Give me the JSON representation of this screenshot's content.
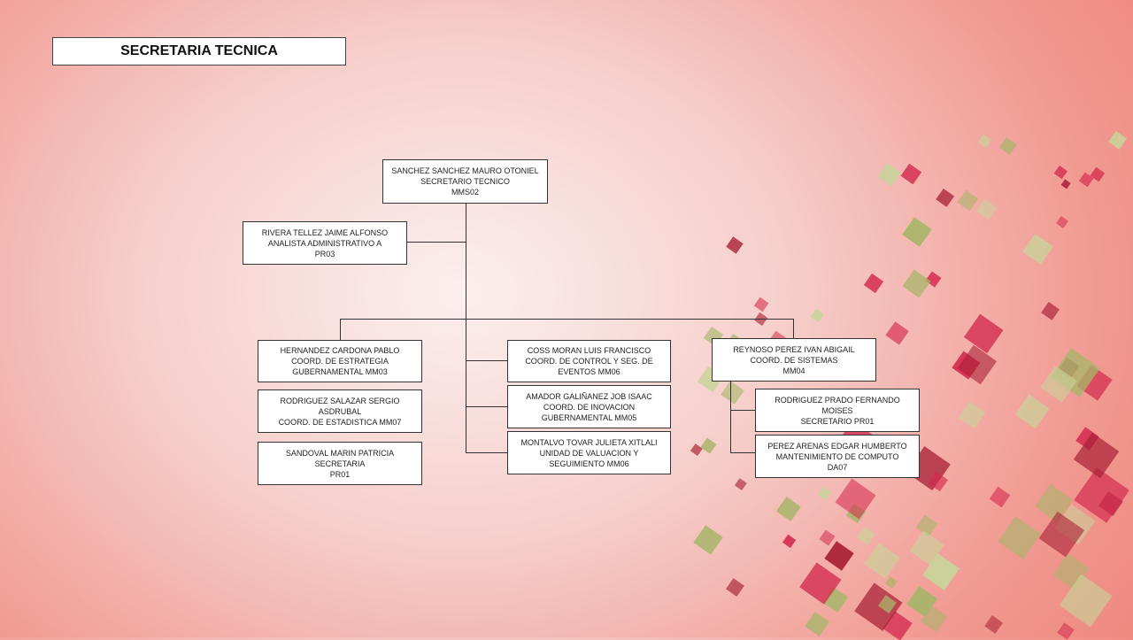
{
  "title": "SECRETARIA TECNICA",
  "nodes": {
    "root": [
      "SANCHEZ SANCHEZ MAURO OTONIEL",
      "SECRETARIO  TECNICO",
      "MMS02"
    ],
    "rivera": [
      "RIVERA TELLEZ JAIME ALFONSO",
      "ANALISTA ADMINISTRATIVO A",
      "PR03"
    ],
    "hernandez": [
      "HERNANDEZ CARDONA PABLO",
      "COORD. DE ESTRATEGIA",
      "GUBERNAMENTAL MM03"
    ],
    "rodriguez_salazar": [
      "RODRIGUEZ SALAZAR SERGIO",
      "ASDRUBAL",
      "COORD. DE ESTADISTICA MM07"
    ],
    "sandoval": [
      "SANDOVAL MARIN PATRICIA",
      "SECRETARIA",
      "PR01"
    ],
    "coss": [
      "COSS MORAN LUIS FRANCISCO",
      "COORD. DE CONTROL Y SEG. DE",
      "EVENTOS MM06"
    ],
    "amador": [
      "AMADOR GALIÑANEZ JOB ISAAC",
      "COORD. DE INOVACION",
      "GUBERNAMENTAL MM05"
    ],
    "montalvo": [
      "MONTALVO TOVAR JULIETA XITLALI",
      "UNIDAD DE VALUACION Y",
      "SEGUIMIENTO MM06"
    ],
    "reynoso": [
      "REYNOSO PEREZ IVAN ABIGAIL",
      "COORD. DE SISTEMAS",
      "MM04"
    ],
    "rodriguez_prado": [
      "RODRIGUEZ PRADO FERNANDO",
      "MOISES",
      "SECRETARIO PR01"
    ],
    "perez": [
      "PEREZ ARENAS EDGAR HUMBERTO",
      "MANTENIMIENTO DE COMPUTO",
      "DA07"
    ]
  },
  "colors": {
    "crimson": "#d42a4e",
    "dark_red": "#a81f34",
    "olive": "#a8b56a",
    "light_green": "#c9d39a"
  }
}
